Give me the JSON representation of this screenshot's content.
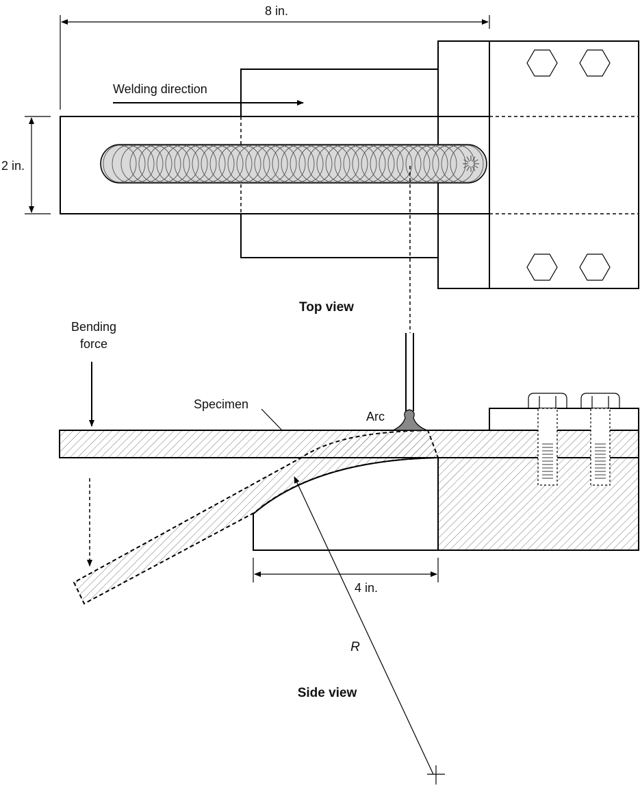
{
  "labels": {
    "overall_length": "8 in.",
    "width": "2 in.",
    "welding_direction": "Welding direction",
    "top_view": "Top view",
    "bending_force": [
      "Bending",
      "force"
    ],
    "specimen": "Specimen",
    "arc": "Arc",
    "support_length": "4 in.",
    "radius": "R",
    "side_view": "Side view"
  },
  "colors": {
    "ink": "#000000",
    "weld_fill": "#d9d9d9",
    "weld_rings": "#555555",
    "hatch": "#777777",
    "paper": "#ffffff"
  },
  "icons": [
    "hex-bolt-head-icon",
    "cap-screw-icon",
    "arrow-icon"
  ]
}
